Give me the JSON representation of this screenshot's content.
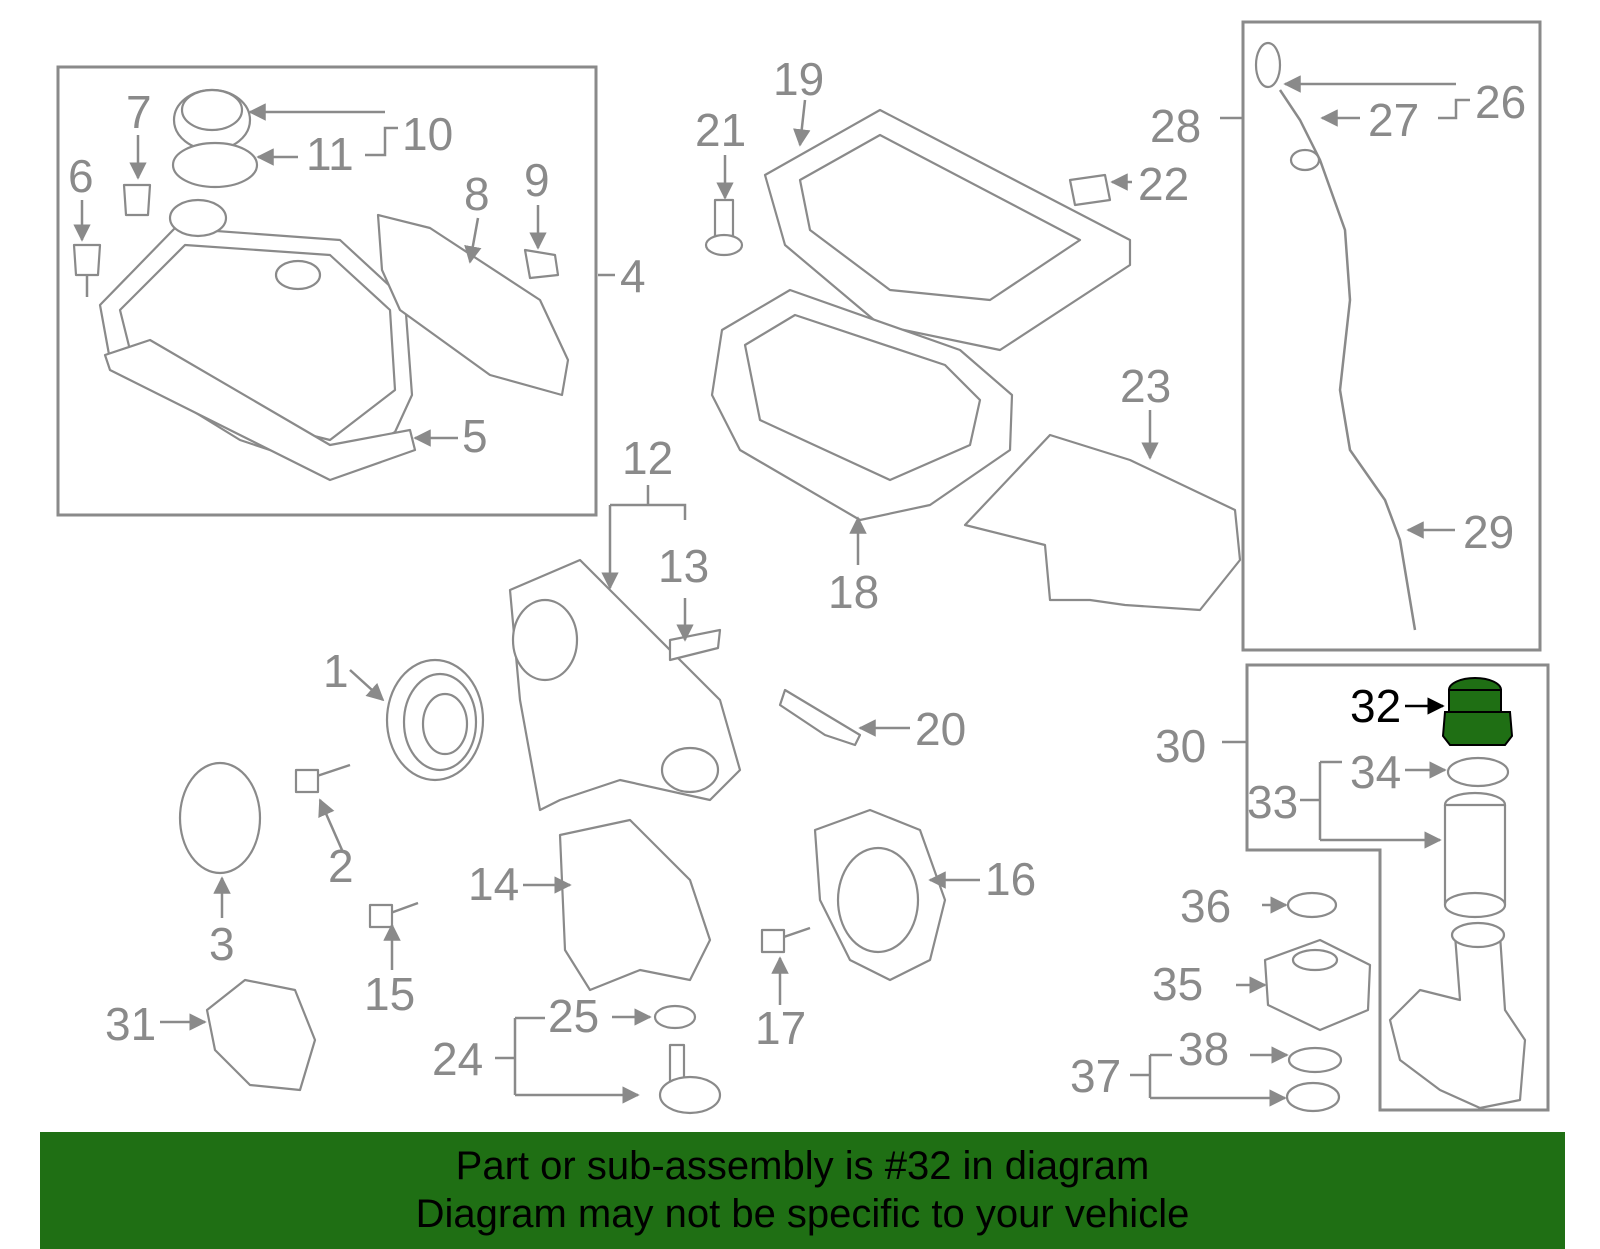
{
  "colors": {
    "line": "#8a8a8a",
    "highlight": "#1f6f14",
    "banner_bg": "#1f6f14",
    "banner_text": "#000000"
  },
  "callouts": [
    "1",
    "2",
    "3",
    "4",
    "5",
    "6",
    "7",
    "8",
    "9",
    "10",
    "11",
    "12",
    "13",
    "14",
    "15",
    "16",
    "17",
    "18",
    "19",
    "20",
    "21",
    "22",
    "23",
    "24",
    "25",
    "26",
    "27",
    "28",
    "29",
    "30",
    "31",
    "32",
    "33",
    "34",
    "35",
    "36",
    "37",
    "38"
  ],
  "highlighted_part": "32",
  "banner": {
    "line1": "Part or sub-assembly is #32 in diagram",
    "line2": "Diagram may not be specific to your vehicle"
  }
}
